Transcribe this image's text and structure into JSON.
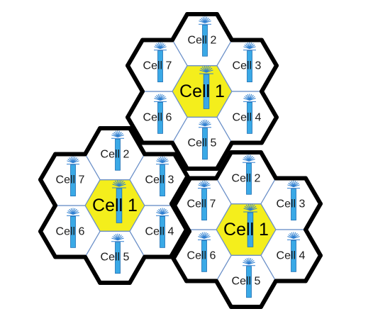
{
  "colors": {
    "outline": "#000000",
    "cell_border": "#6a8fc8",
    "cell_fill": "#ffffff",
    "center_fill": "#f4ee1c",
    "tower": "#3aa9e6"
  },
  "icon": "antenna-tower-icon",
  "clusters": [
    {
      "name": "top",
      "cells": [
        {
          "label": "Cell 1",
          "role": "center"
        },
        {
          "label": "Cell 2",
          "role": "n"
        },
        {
          "label": "Cell 3",
          "role": "ne"
        },
        {
          "label": "Cell 4",
          "role": "se"
        },
        {
          "label": "Cell 5",
          "role": "s"
        },
        {
          "label": "Cell 6",
          "role": "sw"
        },
        {
          "label": "Cell 7",
          "role": "nw"
        }
      ]
    },
    {
      "name": "left",
      "cells": [
        {
          "label": "Cell 1",
          "role": "center"
        },
        {
          "label": "Cell 2",
          "role": "n"
        },
        {
          "label": "Cell 3",
          "role": "ne"
        },
        {
          "label": "Cell 4",
          "role": "se"
        },
        {
          "label": "Cell 5",
          "role": "s"
        },
        {
          "label": "Cell 6",
          "role": "sw"
        },
        {
          "label": "Cell 7",
          "role": "nw"
        }
      ]
    },
    {
      "name": "right",
      "cells": [
        {
          "label": "Cell 1",
          "role": "center"
        },
        {
          "label": "Cell 2",
          "role": "n"
        },
        {
          "label": "Cell 3",
          "role": "ne"
        },
        {
          "label": "Cell 4",
          "role": "se"
        },
        {
          "label": "Cell 5",
          "role": "s"
        },
        {
          "label": "Cell 6",
          "role": "sw"
        },
        {
          "label": "Cell 7",
          "role": "nw"
        }
      ]
    }
  ]
}
